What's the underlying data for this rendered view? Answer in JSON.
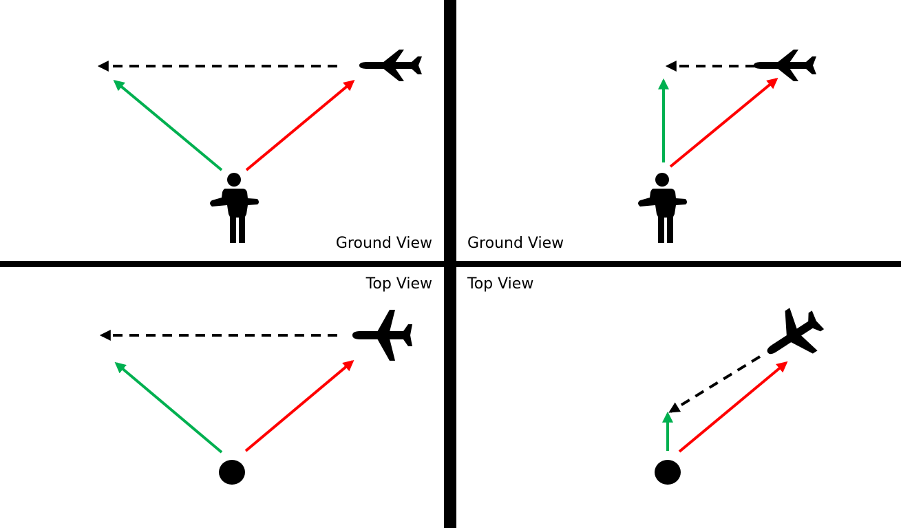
{
  "colors": {
    "background": "#ffffff",
    "divider": "#000000",
    "line_of_sight": "#00b050",
    "sound_path": "#ff0000",
    "flight_path": "#000000",
    "figures": "#000000"
  },
  "panels": [
    {
      "id": "top-left",
      "label": "Ground View",
      "observer_icon": "person-icon",
      "aircraft_icon": "airplane-side-icon"
    },
    {
      "id": "top-right",
      "label": "Ground View",
      "observer_icon": "person-icon",
      "aircraft_icon": "airplane-side-icon"
    },
    {
      "id": "bottom-left",
      "label": "Top View",
      "observer_icon": "observer-dot-icon",
      "aircraft_icon": "airplane-top-icon"
    },
    {
      "id": "bottom-right",
      "label": "Top View",
      "observer_icon": "observer-dot-icon",
      "aircraft_icon": "airplane-top-icon"
    }
  ]
}
